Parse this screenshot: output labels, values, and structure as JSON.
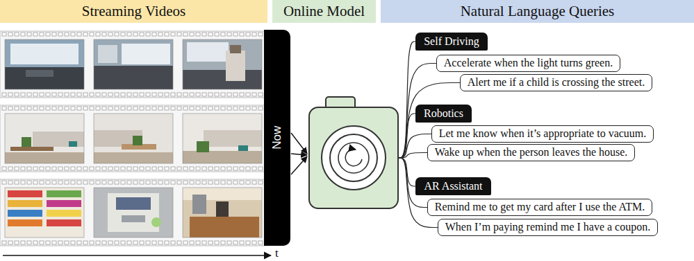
{
  "diagram": {
    "nodes": [
      {
        "text": [
          "Streaming Videos"
        ]
      },
      {
        "text": [
          "Online Model"
        ]
      },
      {
        "text": [
          "Natural Language Queries"
        ]
      },
      {
        "text": [
          "Now"
        ]
      },
      {
        "text": [
          "Self Driving"
        ]
      },
      {
        "text": [
          "Accelerate when the light turns green."
        ]
      },
      {
        "text": [
          "Alert me if a child is crossing the street."
        ]
      },
      {
        "text": [
          "Robotics"
        ]
      },
      {
        "text": [
          "Let me know when it’s appropriate to vacuum."
        ]
      },
      {
        "text": [
          "Wake up when the person leaves the house."
        ]
      },
      {
        "text": [
          "AR Assistant"
        ]
      },
      {
        "text": [
          "Remind me to get my card after I use the ATM."
        ]
      },
      {
        "text": [
          "When I’m paying remind me I have a coupon."
        ]
      }
    ],
    "labels": [
      "t"
    ]
  }
}
